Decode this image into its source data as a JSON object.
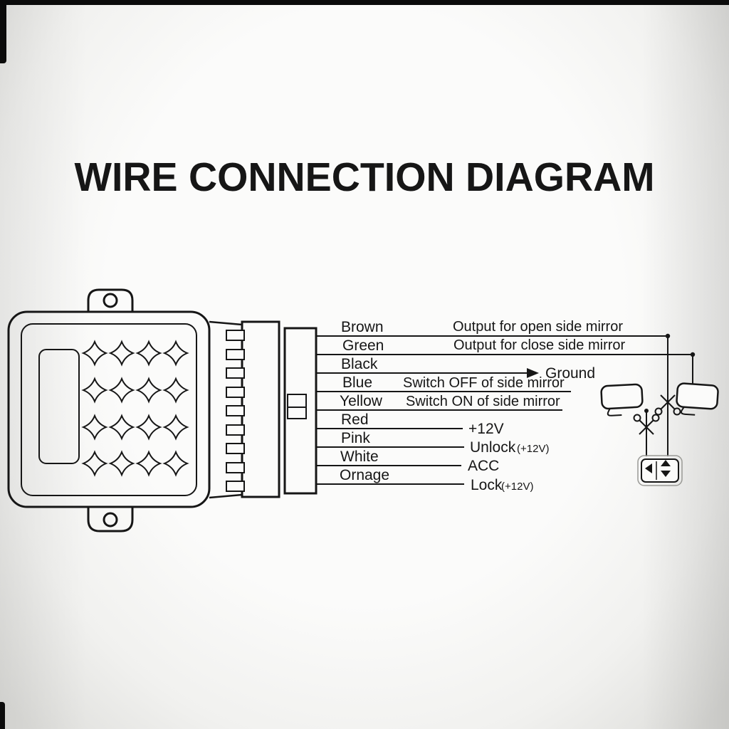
{
  "title": "WIRE CONNECTION DIAGRAM",
  "wires": [
    {
      "color": "Brown",
      "function": "Output for open side mirror"
    },
    {
      "color": "Green",
      "function": "Output for close side mirror"
    },
    {
      "color": "Black",
      "function": "Ground"
    },
    {
      "color": "Blue",
      "function": "Switch OFF of side mirror"
    },
    {
      "color": "Yellow",
      "function": "Switch ON of side mirror"
    },
    {
      "color": "Red",
      "function": "+12V"
    },
    {
      "color": "Pink",
      "function": "Unlock",
      "suffix": "(+12V)"
    },
    {
      "color": "White",
      "function": "ACC"
    },
    {
      "color": "Ornage",
      "function": "Lock",
      "suffix": "(+12V)"
    }
  ],
  "icons": {
    "scissors": "cut-wire-scissors",
    "mirror": "side-mirror-shape",
    "switch": "mirror-adjust-switch-arrows",
    "ground_arrow": "right-arrow"
  },
  "colors": {
    "ink": "#161616",
    "paper": "#f7f7f5"
  }
}
